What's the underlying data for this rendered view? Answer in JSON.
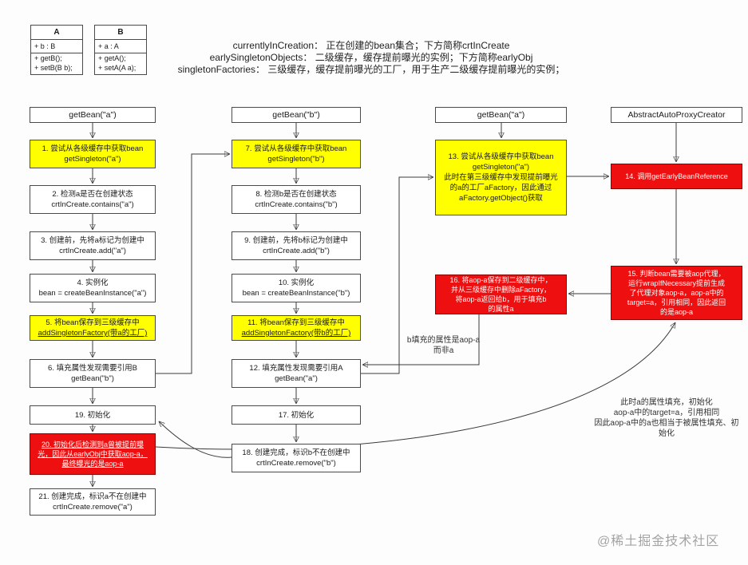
{
  "uml": {
    "a": {
      "name": "A",
      "field": "+ b : B",
      "m1": "+ getB();",
      "m2": "+ setB(B b);"
    },
    "b": {
      "name": "B",
      "field": "+ a : A",
      "m1": "+ getA();",
      "m2": "+ setA(A a);"
    }
  },
  "legend": {
    "line1": "currentlyInCreation：  正在创建的bean集合；下方简称crtInCreate",
    "line2": "earlySingletonObjects：  二级缓存，缓存提前曝光的实例；下方简称earlyObj",
    "line3": "singletonFactories：  三级缓存，缓存提前曝光的工厂，用于生产二级缓存提前曝光的实例；"
  },
  "headers": {
    "col1": "getBean(\"a\")",
    "col2": "getBean(\"b\")",
    "col3": "getBean(\"a\")",
    "col4": "AbstractAutoProxyCreator"
  },
  "flow": {
    "b1": {
      "l1": "1. 尝试从各级缓存中获取bean",
      "l2": "getSingleton(\"a\")"
    },
    "b2": {
      "l1": "2. 检测a是否在创建状态",
      "l2": "crtInCreate.contains(\"a\")"
    },
    "b3": {
      "l1": "3. 创建前，先将a标记为创建中",
      "l2": "crtInCreate.add(\"a\")"
    },
    "b4": {
      "l1": "4. 实例化",
      "l2": "bean = createBeanInstance(\"a\")"
    },
    "b5": {
      "l1": "5. 将bean保存到三级缓存中",
      "l2": "addSingletonFactory(带a的工厂)"
    },
    "b6": {
      "l1": "6. 填充属性发现需要引用B",
      "l2": "getBean(\"b\")"
    },
    "b7": {
      "l1": "7. 尝试从各级缓存中获取bean",
      "l2": "getSingleton(\"b\")"
    },
    "b8": {
      "l1": "8. 检测b是否在创建状态",
      "l2": "crtInCreate.contains(\"b\")"
    },
    "b9": {
      "l1": "9. 创建前，先将b标记为创建中",
      "l2": "crtInCreate.add(\"b\")"
    },
    "b10": {
      "l1": "10. 实例化",
      "l2": "bean = createBeanInstance(\"b\")"
    },
    "b11": {
      "l1": "11. 将bean保存到三级缓存中",
      "l2": "addSingletonFactory(带b的工厂)"
    },
    "b12": {
      "l1": "12. 填充属性发现需要引用A",
      "l2": "getBean(\"a\")"
    },
    "b13": {
      "l1": "13. 尝试从各级缓存中获取bean",
      "l2": "getSingleton(\"a\")",
      "l3": "此时在第三级缓存中发现提前曝光",
      "l4": "的a的工厂aFactory，因此通过",
      "l5": "aFactory.getObject()获取"
    },
    "b14": {
      "l1": "14. 调用getEarlyBeanReference"
    },
    "b15": {
      "l1": "15. 判断bean需要被aop代理，",
      "l2": "运行wrapIfNecessary提前生成",
      "l3": "了代理对象aop-a，aop-a中的",
      "l4": "target=a，引用相同，因此返回",
      "l5": "的是aop-a"
    },
    "b16": {
      "l1": "16. 将aop-a保存到二级缓存中，",
      "l2": "并从三级缓存中删除aFactory，",
      "l3": "将aop-a返回给b，用于填充b",
      "l4": "的属性a"
    },
    "b17": {
      "l1": "17. 初始化"
    },
    "b18": {
      "l1": "18. 创建完成，标识b不在创建中",
      "l2": "crtInCreate.remove(\"b\")"
    },
    "b19": {
      "l1": "19. 初始化"
    },
    "b20": {
      "l1": "20. 初始化后检测到a曾被提前曝",
      "l2": "光，因此从earlyObj中获取aop-a，",
      "l3": "最终曝光的是aop-a"
    },
    "b21": {
      "l1": "21. 创建完成，标识a不在创建中",
      "l2": "crtInCreate.remove(\"a\")"
    }
  },
  "notes": {
    "aop_note": {
      "l1": "b填充的属性是aop-a",
      "l2": "而非a"
    },
    "right_note": {
      "l1": "此时a的属性填充，初始化",
      "l2": "aop-a中的target=a，引用相同",
      "l3": "因此aop-a中的a也相当于被属性填充、初始化"
    },
    "watermark": "@稀土掘金技术社区"
  },
  "colors": {
    "highlight_yellow": "#ffff00",
    "highlight_red": "#ee1010",
    "box_border": "#4a4a4a"
  }
}
